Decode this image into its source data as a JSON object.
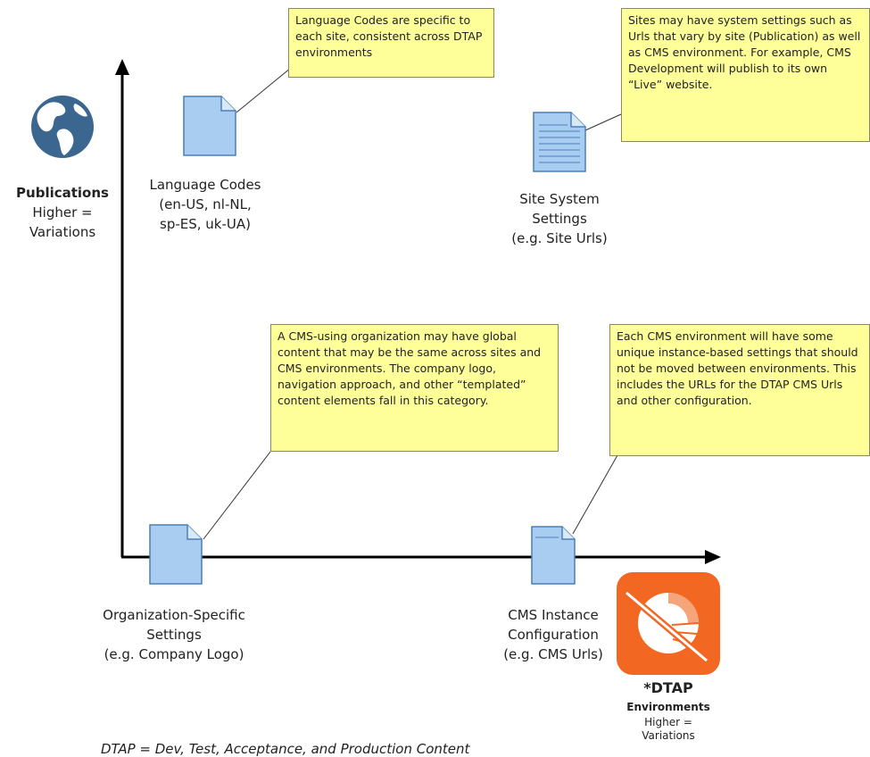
{
  "notes": {
    "language_codes": "Language Codes are specific to each site, consistent across DTAP environments",
    "site_settings": "Sites may have system settings such as Urls that vary by site (Publication) as well as CMS environment. For example, CMS Development will publish to its own “Live” website.",
    "global_content": "A CMS-using organization may have global content that may be the same across sites and CMS environments. The company logo, navigation approach, and other “templated” content elements fall in this category.",
    "instance_settings": "Each CMS environment will have some unique instance-based settings that should not be moved between environments. This includes the URLs for the DTAP CMS Urls and other configuration."
  },
  "labels": {
    "language_codes": "Language Codes\n(en-US, nl-NL,\nsp-ES, uk-UA)",
    "site_system_settings": "Site System\nSettings\n(e.g. Site Urls)",
    "org_settings": "Organization-Specific\nSettings\n(e.g. Company Logo)",
    "cms_instance": "CMS Instance\nConfiguration\n(e.g. CMS Urls)"
  },
  "y_axis": {
    "title": "Publications",
    "line1": "Higher =",
    "line2": "Variations",
    "icon": "globe-icon"
  },
  "x_axis": {
    "title": "*DTAP",
    "subtitle": "Environments",
    "line1": "Higher =",
    "line2": "Variations",
    "icon": "cms-logo-icon"
  },
  "footnote": "DTAP = Dev, Test, Acceptance, and Production Content",
  "colors": {
    "note_fill": "#ffff99",
    "doc_fill": "#a8cdf0",
    "doc_stroke": "#4a7fb8",
    "globe": "#3b6690",
    "cms_orange": "#f26722",
    "axis": "#000000"
  }
}
